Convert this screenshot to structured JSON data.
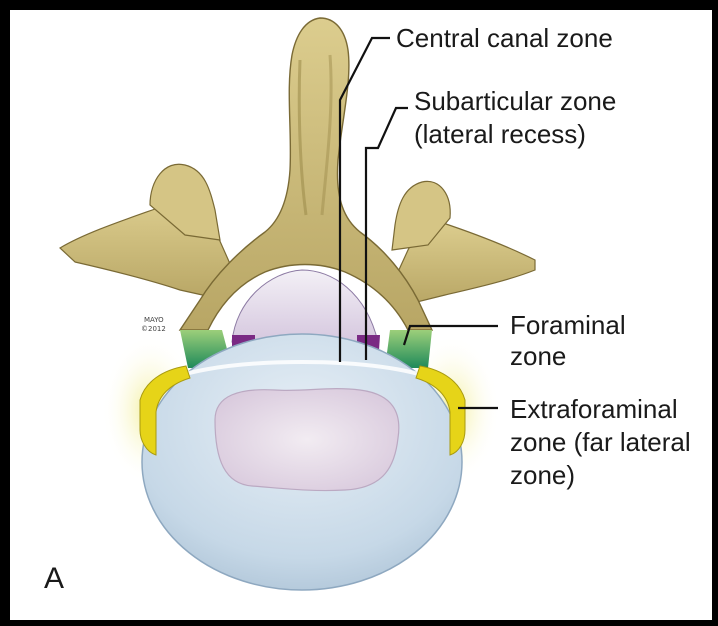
{
  "panel_label": "A",
  "labels": {
    "central_canal": "Central canal zone",
    "subarticular_1": "Subarticular zone",
    "subarticular_2": "(lateral recess)",
    "foraminal_1": "Foraminal",
    "foraminal_2": "zone",
    "extraforaminal_1": "Extraforaminal",
    "extraforaminal_2": "zone (far lateral",
    "extraforaminal_3": "zone)"
  },
  "watermark": [
    "MAYO",
    "©2012"
  ],
  "colors": {
    "bone": "#c9b87a",
    "disc": "#c7d9e8",
    "nucleus": "#e8dde9",
    "canal": "#cf6d1a",
    "subarticular": "#7a2a84",
    "foraminal": "#1f8a5a",
    "extraforaminal": "#e6d418"
  }
}
